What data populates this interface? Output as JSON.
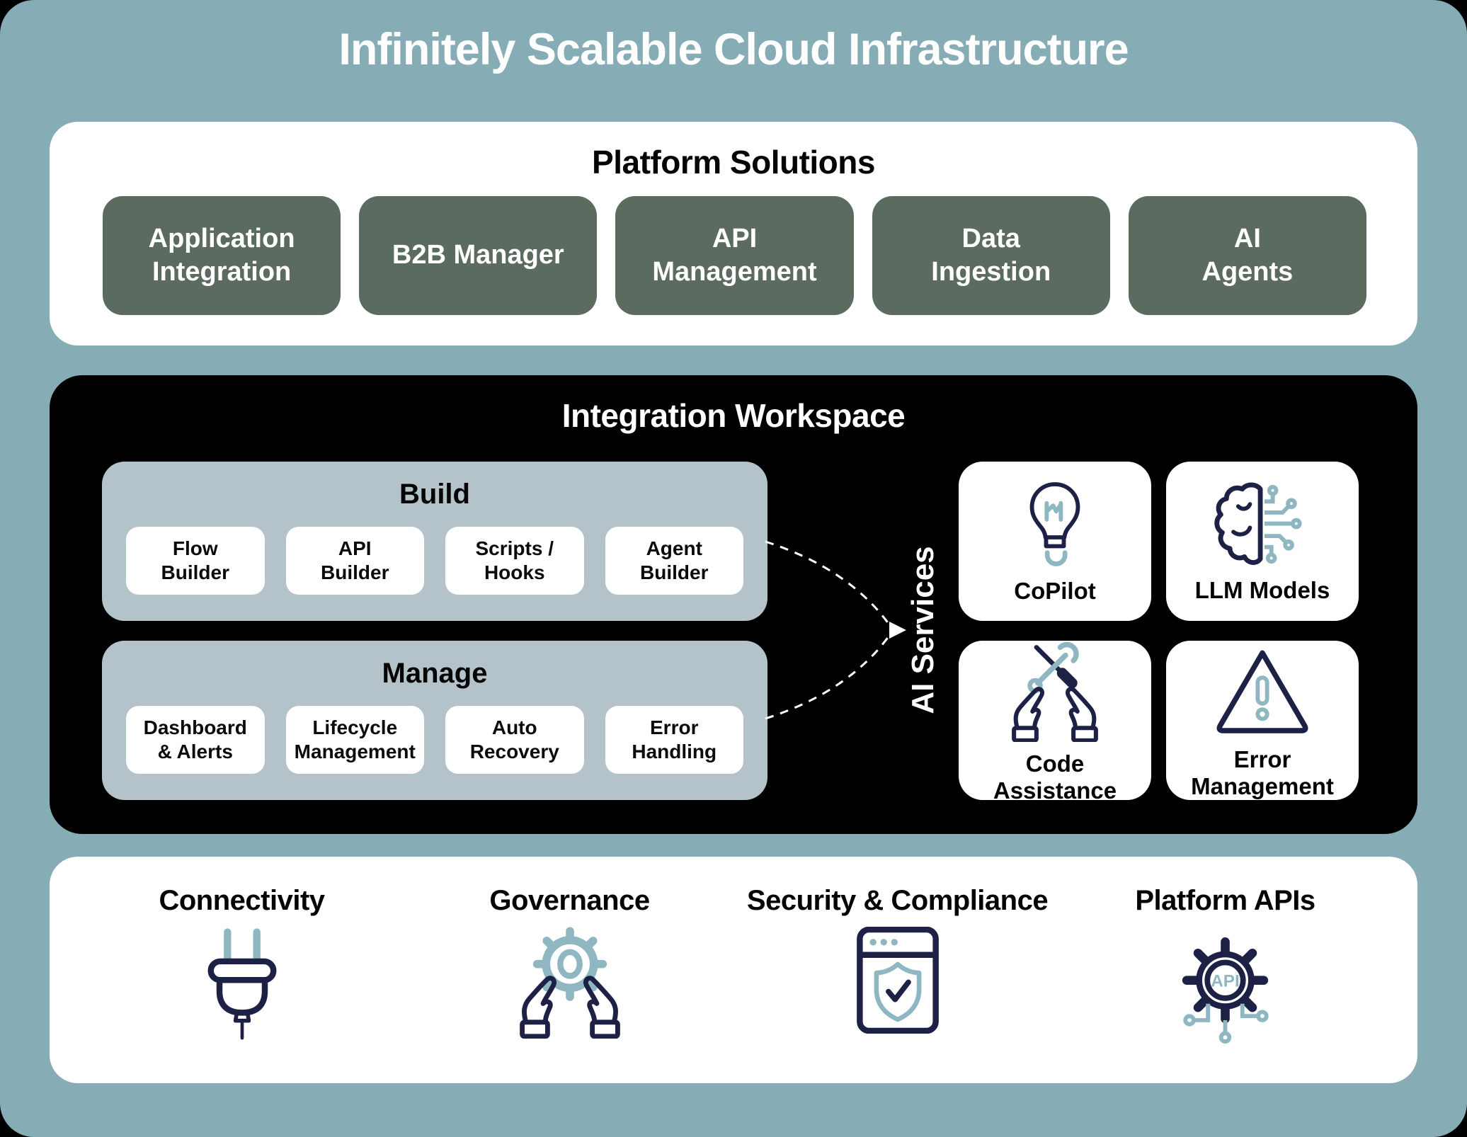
{
  "title": "Infinitely Scalable Cloud Infrastructure",
  "colors": {
    "background_teal": "#86acb6",
    "panel_white": "#ffffff",
    "panel_black": "#000000",
    "solution_green": "#5b6b60",
    "group_gray": "#b4c3ca",
    "icon_navy": "#1d2145",
    "icon_teal": "#8fb7c2"
  },
  "platform_solutions": {
    "title": "Platform Solutions",
    "items": [
      {
        "label": "Application\nIntegration"
      },
      {
        "label": "B2B Manager"
      },
      {
        "label": "API\nManagement"
      },
      {
        "label": "Data\nIngestion"
      },
      {
        "label": "AI\nAgents"
      }
    ]
  },
  "integration_workspace": {
    "title": "Integration Workspace",
    "build": {
      "title": "Build",
      "items": [
        {
          "label": "Flow\nBuilder"
        },
        {
          "label": "API\nBuilder"
        },
        {
          "label": "Scripts /\nHooks"
        },
        {
          "label": "Agent\nBuilder"
        }
      ]
    },
    "manage": {
      "title": "Manage",
      "items": [
        {
          "label": "Dashboard\n& Alerts"
        },
        {
          "label": "Lifecycle\nManagement"
        },
        {
          "label": "Auto\nRecovery"
        },
        {
          "label": "Error\nHandling"
        }
      ]
    },
    "ai_services": {
      "label": "AI Services",
      "cards": [
        {
          "label": "CoPilot",
          "icon": "lightbulb-icon"
        },
        {
          "label": "LLM Models",
          "icon": "brain-circuit-icon"
        },
        {
          "label": "Code\nAssistance",
          "icon": "hands-tools-icon"
        },
        {
          "label": "Error\nManagement",
          "icon": "warning-triangle-icon"
        }
      ]
    }
  },
  "foundation": {
    "items": [
      {
        "label": "Connectivity",
        "icon": "power-plug-icon"
      },
      {
        "label": "Governance",
        "icon": "hands-gear-icon"
      },
      {
        "label": "Security & Compliance",
        "icon": "browser-shield-icon"
      },
      {
        "label": "Platform APIs",
        "icon": "api-gear-icon",
        "icon_text": "API"
      }
    ]
  }
}
